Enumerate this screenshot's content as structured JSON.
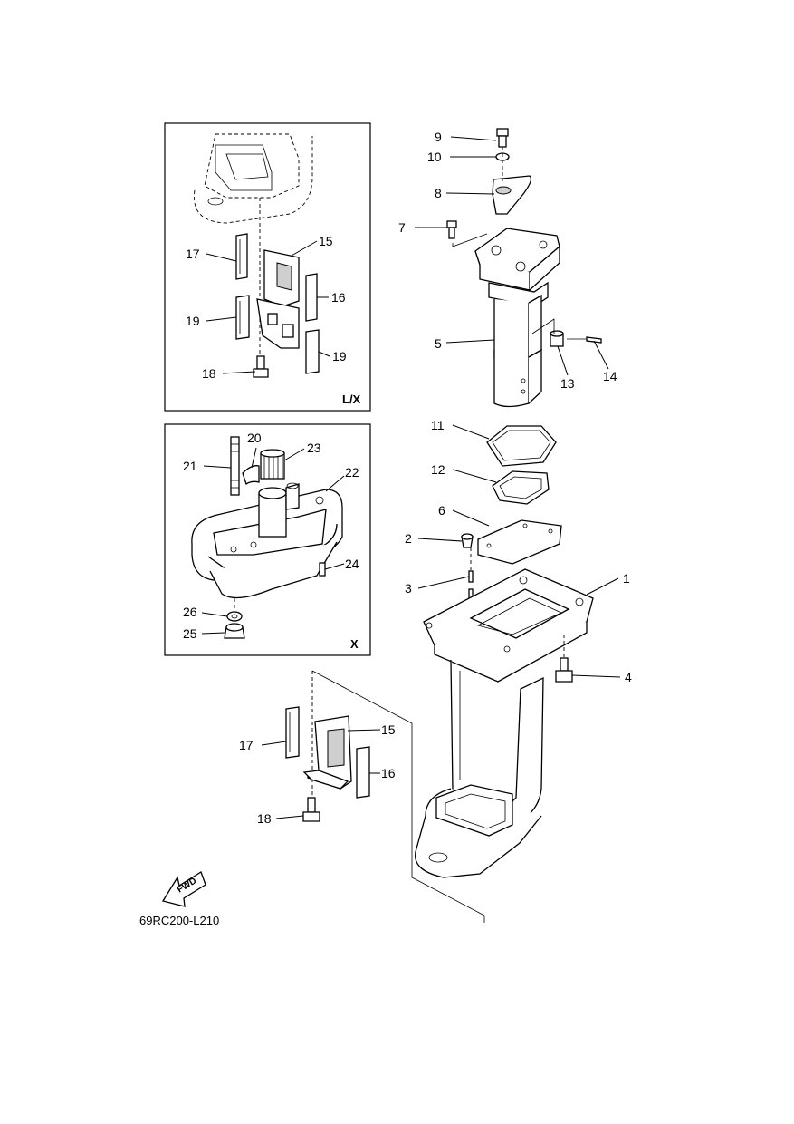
{
  "figure_code": "69RC200-L210",
  "fwd_label": "FWD",
  "inset_top_tag": "L/X",
  "inset_bottom_tag": "X",
  "callouts": {
    "c1": "1",
    "c2": "2",
    "c3": "3",
    "c4": "4",
    "c5": "5",
    "c6": "6",
    "c7": "7",
    "c8": "8",
    "c9": "9",
    "c10": "10",
    "c11": "11",
    "c12": "12",
    "c13": "13",
    "c14": "14",
    "c15a": "15",
    "c16a": "16",
    "c17a": "17",
    "c18a": "18",
    "c19a": "19",
    "c19b": "19",
    "c20": "20",
    "c21": "21",
    "c22": "22",
    "c23": "23",
    "c24": "24",
    "c25": "25",
    "c26": "26",
    "c15b": "15",
    "c16b": "16",
    "c17b": "17",
    "c18b": "18"
  }
}
